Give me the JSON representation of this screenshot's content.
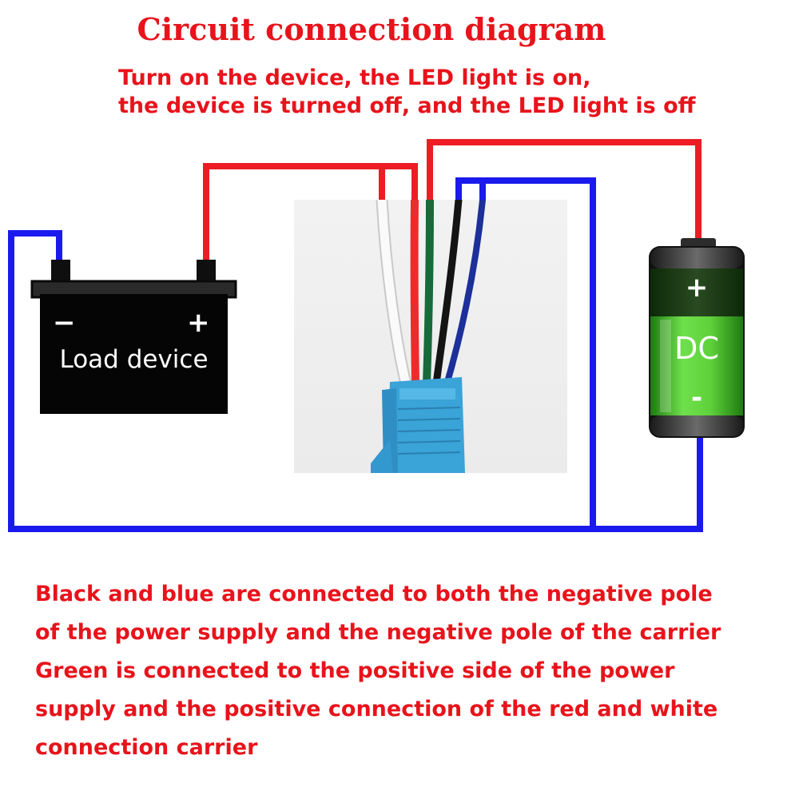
{
  "title": "Circuit connection diagram",
  "subtitle": {
    "line1": "Turn on the device, the LED light is on,",
    "line2": "the device is turned off, and the LED light is off"
  },
  "load_device": {
    "label": "Load device",
    "minus": "−",
    "plus": "+"
  },
  "battery": {
    "label": "DC",
    "plus": "+",
    "minus": "-"
  },
  "notes": {
    "line1": "Black and blue are connected to both the negative pole",
    "line2": "of the power supply and the negative pole of the carrier",
    "line3": "Green is connected to the positive side of the power",
    "line4": "supply and the positive connection of the red and white",
    "line5": "connection carrier"
  },
  "colors": {
    "positive_wire": "#ee1c24",
    "negative_wire": "#1a1aee",
    "text": "#e8131b",
    "battery_green": "#3fbf24"
  }
}
